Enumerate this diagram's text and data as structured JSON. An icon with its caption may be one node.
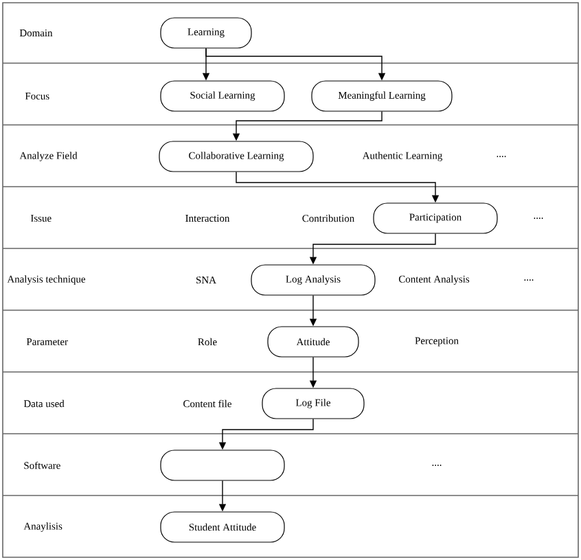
{
  "diagram": {
    "nodes": [
      {
        "text": [
          "Learning"
        ]
      },
      {
        "text": [
          "Social Learning"
        ]
      },
      {
        "text": [
          "Meaningful Learning"
        ]
      },
      {
        "text": [
          "Collaborative Learning"
        ]
      },
      {
        "text": [
          "Participation"
        ]
      },
      {
        "text": [
          "Log Analysis"
        ]
      },
      {
        "text": [
          "Attitude"
        ]
      },
      {
        "text": [
          "Log File"
        ]
      },
      {
        "text": [],
        "shape": "box"
      },
      {
        "text": [
          "Student Attitude"
        ]
      }
    ],
    "edges": [
      {
        "from": 0,
        "to": 1,
        "arrow": "to"
      },
      {
        "from": 0,
        "to": 2,
        "arrow": "to"
      },
      {
        "from": 2,
        "to": 3,
        "arrow": "to"
      },
      {
        "from": 3,
        "to": 4,
        "arrow": "to"
      },
      {
        "from": 4,
        "to": 5,
        "arrow": "to"
      },
      {
        "from": 5,
        "to": 6,
        "arrow": "to"
      },
      {
        "from": 6,
        "to": 7,
        "arrow": "to"
      },
      {
        "from": 7,
        "to": 8,
        "arrow": "to"
      },
      {
        "from": 8,
        "to": 9,
        "arrow": "to"
      }
    ],
    "labels": [
      "Domain",
      "Focus",
      "Analyze Field",
      "Authentic Learning",
      "....",
      "Issue",
      "Interaction",
      "Contribution",
      "....",
      "Analysis technique",
      "SNA",
      "Content Analysis",
      "....",
      "Parameter",
      "Role",
      "Perception",
      "Data used",
      "Content file",
      "Software",
      "....",
      "Anaylisis"
    ]
  }
}
